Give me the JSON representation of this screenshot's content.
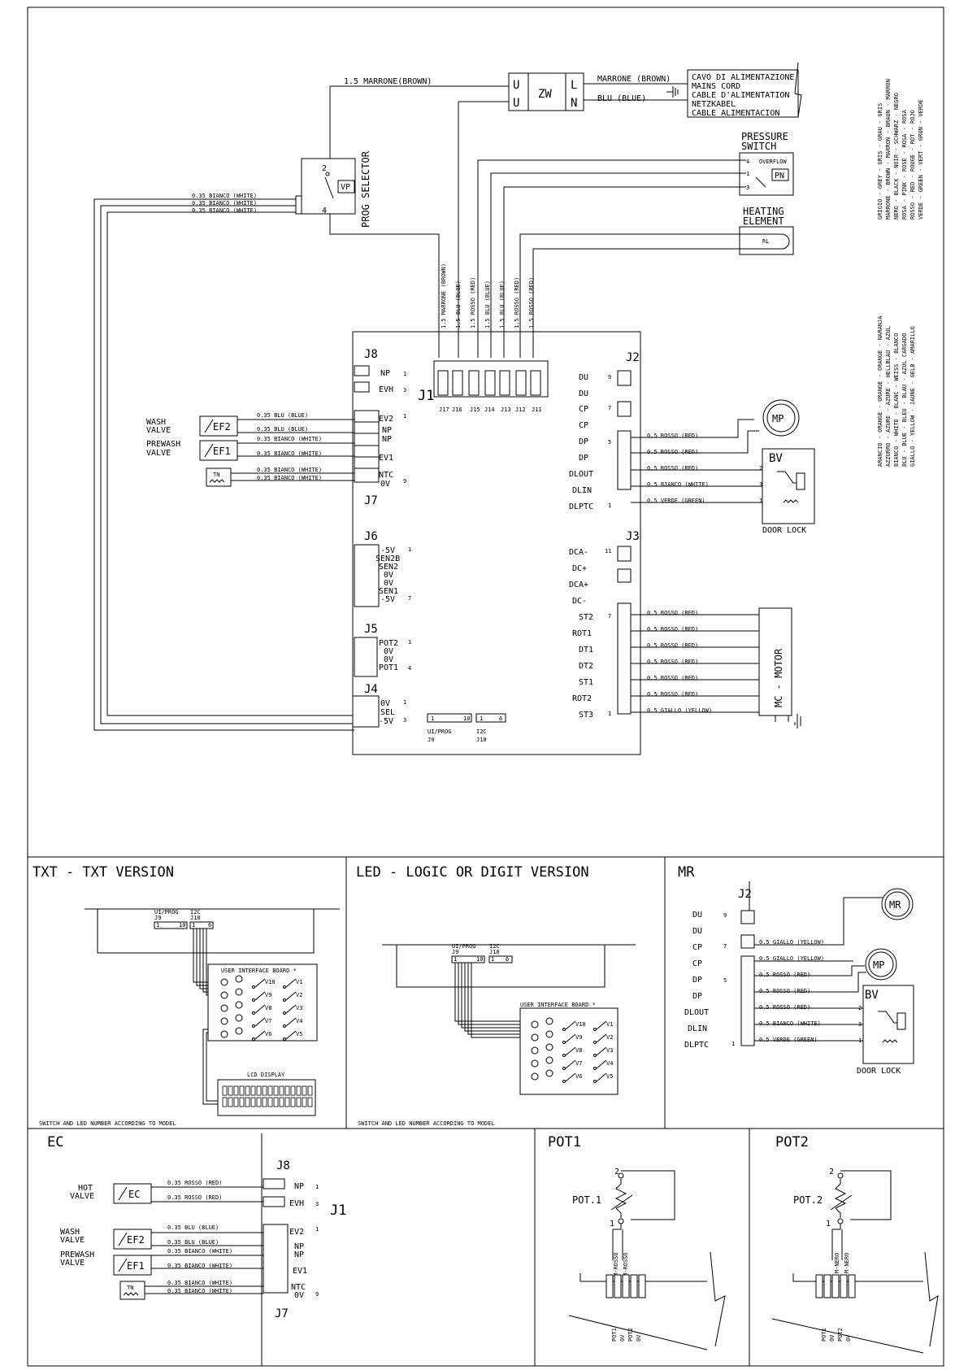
{
  "mains": {
    "wire_in": "1.5 MARRONE(BROWN)",
    "filter": "ZW",
    "u1": "U",
    "u2": "U",
    "l": "L",
    "n": "N",
    "brown": "MARRONE (BROWN)",
    "blue": "BLU (BLUE)",
    "cord": [
      "CAVO DI ALIMENTAZIONE",
      "MAINS CORD",
      "CABLE D'ALIMENTATION",
      "NETZKABEL",
      "CABLE ALIMENTACION"
    ]
  },
  "selector": {
    "label": "PROG SELECTOR",
    "code": "VP",
    "pin_top": "2",
    "pin_bottom": "4",
    "wires": [
      "0.35 BIANCO (WHITE)",
      "0.35 BIANCO (WHITE)",
      "0.35 BIANCO (WHITE)"
    ]
  },
  "pressure_switch": {
    "title1": "PRESSURE",
    "title2": "SWITCH",
    "overflow": "OVERFLOW",
    "code": "PN",
    "pins": [
      "4",
      "1",
      "3"
    ]
  },
  "heating": {
    "title1": "HEATING",
    "title2": "ELEMENT",
    "code": "RL"
  },
  "j1": {
    "label": "J1",
    "wires": [
      "1.5 MARRONE (BROWN)",
      "1.5 BLU (BLUE)",
      "1.5 ROSSO (RED)",
      "1.5 BLU (BLUE)",
      "1.5 BLU (BLUE)",
      "1.5 ROSSO (RED)",
      "1.5 ROSSO (RED)"
    ],
    "pins": [
      "J17",
      "J16",
      "J15",
      "J14",
      "J13",
      "J12",
      "J11"
    ]
  },
  "j8": {
    "label": "J8",
    "pins": [
      "NP",
      "EVH"
    ],
    "nums": [
      "1",
      "3"
    ]
  },
  "j7": {
    "label": "J7",
    "pins": [
      "EV2",
      "NP",
      "NP",
      "EV1",
      "NTC",
      "0V"
    ],
    "nums": [
      "1",
      "9"
    ]
  },
  "left_loads": {
    "wash": [
      "WASH",
      "VALVE"
    ],
    "wash_code": "EF2",
    "prewash": [
      "PREWASH",
      "VALVE"
    ],
    "prewash_code": "EF1",
    "tn": "TN",
    "wires": [
      "0.35 BLU (BLUE)",
      "0.35 BLU (BLUE)",
      "0.35 BIANCO (WHITE)",
      "0.35 BIANCO (WHITE)",
      "0.35 BIANCO (WHITE)",
      "0.35 BIANCO (WHITE)"
    ]
  },
  "j6": {
    "label": "J6",
    "pins": [
      "-5V",
      "SEN2B",
      "SEN2",
      "0V",
      "0V",
      "SEN1",
      "-5V"
    ],
    "nums": [
      "1",
      "7"
    ]
  },
  "j5": {
    "label": "J5",
    "pins": [
      "POT2",
      "0V",
      "0V",
      "POT1"
    ],
    "nums": [
      "1",
      "4"
    ]
  },
  "j4": {
    "label": "J4",
    "pins": [
      "0V",
      "SEL",
      "-5V"
    ],
    "nums": [
      "1",
      "3"
    ]
  },
  "j9j10": {
    "j9": "UI/PROG",
    "j9b": "J9",
    "j10": "I2C",
    "j10b": "J10",
    "n1": "1",
    "n10": "10",
    "n1b": "1",
    "n6": "6"
  },
  "j2": {
    "label": "J2",
    "pins": [
      "DU",
      "DU",
      "CP",
      "CP",
      "DP",
      "DP",
      "DLOUT",
      "DLIN",
      "DLPTC"
    ],
    "nums": [
      "9",
      "7",
      "5",
      "1"
    ],
    "wires": [
      "0.5 ROSSO (RED)",
      "0.5 ROSSO (RED)",
      "0.5 ROSSO (RED)",
      "0.5 BIANCO (WHITE)",
      "0.5 VERDE (GREEN)"
    ]
  },
  "mp": "MP",
  "bv": {
    "code": "BV",
    "label": "DOOR LOCK",
    "pins": [
      "2",
      "3",
      "1"
    ]
  },
  "j3": {
    "label": "J3",
    "pins": [
      "DCA-",
      "DC+",
      "DCA+",
      "DC-",
      "ST2",
      "ROT1",
      "DT1",
      "DT2",
      "ST1",
      "ROT2",
      "ST3"
    ],
    "nums": [
      "11",
      "7",
      "1"
    ],
    "wires": [
      "0.5 ROSSO (RED)",
      "0.5 ROSSO (RED)",
      "0.5 ROSSO (RED)",
      "0.5 ROSSO (RED)",
      "0.5 ROSSO (RED)",
      "0.5 ROSSO (RED)",
      "0.5 GIALLO (YELLOW)"
    ]
  },
  "motor": "MC - MOTOR",
  "legend1": [
    "GRIGIO - GREY - GRIS - GRAU - GRIS",
    "MARRONE - BROWN - MARRON - BRAUN - MARRON",
    "NERO - BLACK - NOIR - SCHWARZ - NEGRO",
    "ROSA - PINK - ROSE - ROSA - ROSA",
    "ROSSO - RED - ROUGE - ROT - ROJO",
    "VERDE - GREEN - VERT - GRUN - VERDE"
  ],
  "legend2": [
    "ARANCIO - ORANGE - ORANGE - ORANGE - NARANJA",
    "AZZURRO - AZURE - AZURE - HELLBLAU - AZUL",
    "BIANCO - WHITE - BLANC - WEISS - BLANCO",
    "BLU - BLUE - BLEU - BLAU - AZUL CARGADO",
    "GIALLO - YELLOW - JAUNE - GELB - AMARILLO"
  ],
  "txt": {
    "title": "TXT - TXT VERSION",
    "j9": "UI/PROG",
    "j9b": "J9",
    "j10": "I2C",
    "j10b": "J10",
    "n1": "1",
    "n10": "10",
    "n1b": "1",
    "n6": "6",
    "uib": "USER INTERFACE BOARD *",
    "lcd": "LCD DISPLAY",
    "note": "SWITCH AND LED NUMBER ACCORDING TO MODEL",
    "switches": [
      "V10",
      "V1",
      "V9",
      "V2",
      "V8",
      "V3",
      "V7",
      "V4",
      "V6",
      "V5"
    ]
  },
  "led": {
    "title": "LED - LOGIC OR DIGIT VERSION",
    "j9": "UI/PROG",
    "j9b": "J9",
    "j10": "I2C",
    "j10b": "J10",
    "n1": "1",
    "n10": "10",
    "n1b": "1",
    "n6": "6",
    "uib": "USER INTERFACE BOARD *",
    "note": "SWITCH AND LED NUMBER ACCORDING TO MODEL",
    "switches": [
      "V10",
      "V1",
      "V9",
      "V2",
      "V8",
      "V3",
      "V7",
      "V4",
      "V6",
      "V5"
    ]
  },
  "mr": {
    "title": "MR",
    "label": "J2",
    "pins": [
      "DU",
      "DU",
      "CP",
      "CP",
      "DP",
      "DP",
      "DLOUT",
      "DLIN",
      "DLPTC"
    ],
    "nums": [
      "9",
      "7",
      "5",
      "1"
    ],
    "wires": [
      "0.5 GIALLO (YELLOW)",
      "0.5 GIALLO (YELLOW)",
      "0.5 ROSSO (RED)",
      "0.5 ROSSO (RED)",
      "0.5 ROSSO (RED)",
      "0.5 BIANCO (WHITE)",
      "0.5 VERDE (GREEN)"
    ],
    "mr": "MR",
    "mp": "MP",
    "bv": "BV",
    "bv_pins": [
      "2",
      "3",
      "1"
    ],
    "door": "DOOR LOCK"
  },
  "ec": {
    "title": "EC",
    "j8": "J8",
    "j1": "J1",
    "j7": "J7",
    "hot": [
      "HOT",
      "VALVE"
    ],
    "hot_code": "EC",
    "wash": [
      "WASH",
      "VALVE"
    ],
    "wash_code": "EF2",
    "prewash": [
      "PREWASH",
      "VALVE"
    ],
    "prewash_code": "EF1",
    "tn": "TN",
    "pins": [
      "NP",
      "EVH",
      "EV2",
      "NP",
      "NP",
      "EV1",
      "NTC",
      "0V"
    ],
    "nums": [
      "1",
      "3",
      "1",
      "9"
    ],
    "wires": [
      "0.35 ROSSO (RED)",
      "0.35 ROSSO (RED)",
      "0.35 BLU (BLUE)",
      "0.35 BLU (BLUE)",
      "0.35 BIANCO (WHITE)",
      "0.35 BIANCO (WHITE)",
      "0.35 BIANCO (WHITE)",
      "0.35 BIANCO (WHITE)"
    ]
  },
  "pot1": {
    "title": "POT1",
    "label": "POT.1",
    "p2": "2",
    "p1": "1",
    "wires": [
      "M-ROSSO",
      "M-ROSSO"
    ],
    "pins": [
      "POT1",
      "0V",
      "POT2",
      "0V"
    ]
  },
  "pot2": {
    "title": "POT2",
    "label": "POT.2",
    "p2": "2",
    "p1": "1",
    "wires": [
      "M-NERO",
      "M-NERO"
    ],
    "pins": [
      "POT1",
      "0V",
      "POT2",
      "0V"
    ]
  }
}
